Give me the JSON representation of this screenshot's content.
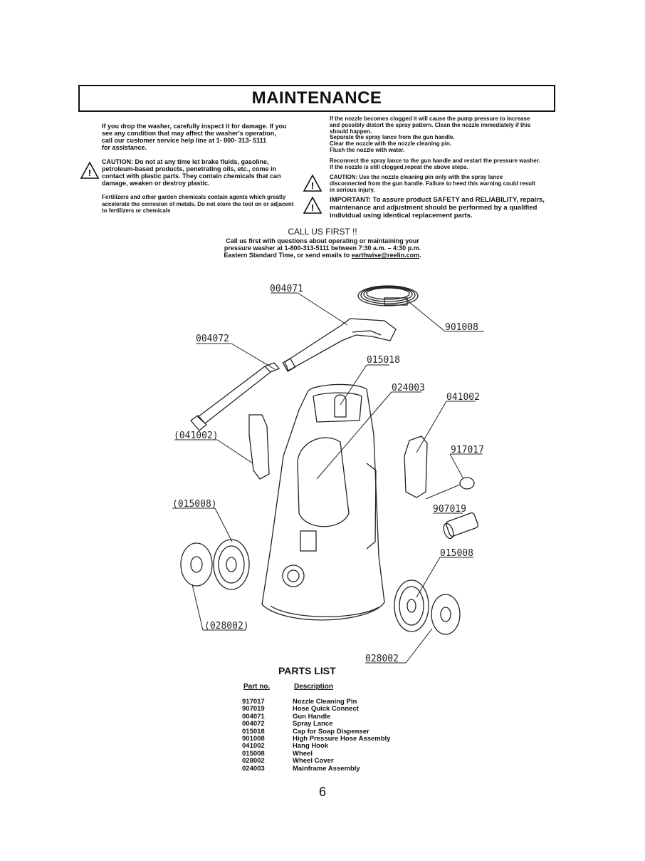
{
  "header": {
    "title": "MAINTENANCE"
  },
  "left_col": {
    "p1": "If you drop the washer, carefully inspect it for damage. If you\nsee any condition that may affect the washer's operation,\ncall our customer service help line at 1- 800- 313- 5111\nfor assistance.",
    "p2": "CAUTION: Do not at any time let brake fluids, gasoline,\npetroleum-based products, penetrating oils, etc., come in\ncontact with plastic parts. They contain chemicals that can\ndamage, weaken or destroy plastic.",
    "p3": "Fertilizers and other garden chemicals contain agents which greatly\naccelerate the corrosion of metals. Do not store the tool on or adjacent\nto fertilizers or chemicals"
  },
  "right_col": {
    "p1": "If the nozzle becomes clogged it will cause the pump pressure to increase\nand possibly distort the spray pattern. Clean the nozzle immediately if this\nshould happen.\nSeparate the spray lance from the gun handle.\nClear the nozzle with the nozzle cleaning pin.\nFlush the nozzle with water.",
    "p2": "Reconnect the spray lance to the gun handle and restart the pressure washer.\nIf the nozzle is still clogged,repeat the above steps.",
    "p3": "CAUTION: Use the nozzle cleaning pin only with the spray lance\ndisconnected from the gun handle. Failure to heed this warning could result\nin serious injury.",
    "p4": "IMPORTANT: To assure product SAFETY and RELIABILITY, repairs,\nmaintenance and adjustment should be performed by a qualified\nindividual using identical replacement parts."
  },
  "call_us": {
    "title": "CALL US FIRST !!",
    "line1": "Call us first with questions about operating or maintaining your",
    "line2": "pressure washer at 1-800-313-5111 between 7:30 a.m. – 4:30 p.m.",
    "line3": "Eastern Standard Time, or send emails to ",
    "email": "earthwise@reelin.com",
    "line3_end": "."
  },
  "diagram_labels": {
    "gun_handle": "004071",
    "hose": "901008",
    "spray_lance": "004072",
    "soap_cap": "015018",
    "mainframe": "024003",
    "hang_hook_right": "041002",
    "hang_hook_left": "(041002)",
    "cleaning_pin": "917017",
    "wheel_left": "(015008)",
    "quick_connect": "907019",
    "wheel_right": "015008",
    "wheel_cover_left": "(028002)",
    "wheel_cover_right": "028002"
  },
  "parts_list": {
    "title": "PARTS LIST",
    "col_part": "Part no.",
    "col_desc": "Description",
    "rows": [
      {
        "part": "917017",
        "desc": "Nozzle Cleaning Pin"
      },
      {
        "part": "907019",
        "desc": "Hose Quick Connect"
      },
      {
        "part": "004071",
        "desc": "Gun Handle"
      },
      {
        "part": "004072",
        "desc": "Spray Lance"
      },
      {
        "part": "015018",
        "desc": "Cap for Soap Dispenser"
      },
      {
        "part": "901008",
        "desc": "High Pressure Hose Assembly"
      },
      {
        "part": "041002",
        "desc": "Hang Hook"
      },
      {
        "part": "015008",
        "desc": "Wheel"
      },
      {
        "part": "028002",
        "desc": "Wheel Cover"
      },
      {
        "part": "024003",
        "desc": "Mainframe Assembly"
      }
    ]
  },
  "page_number": "6"
}
